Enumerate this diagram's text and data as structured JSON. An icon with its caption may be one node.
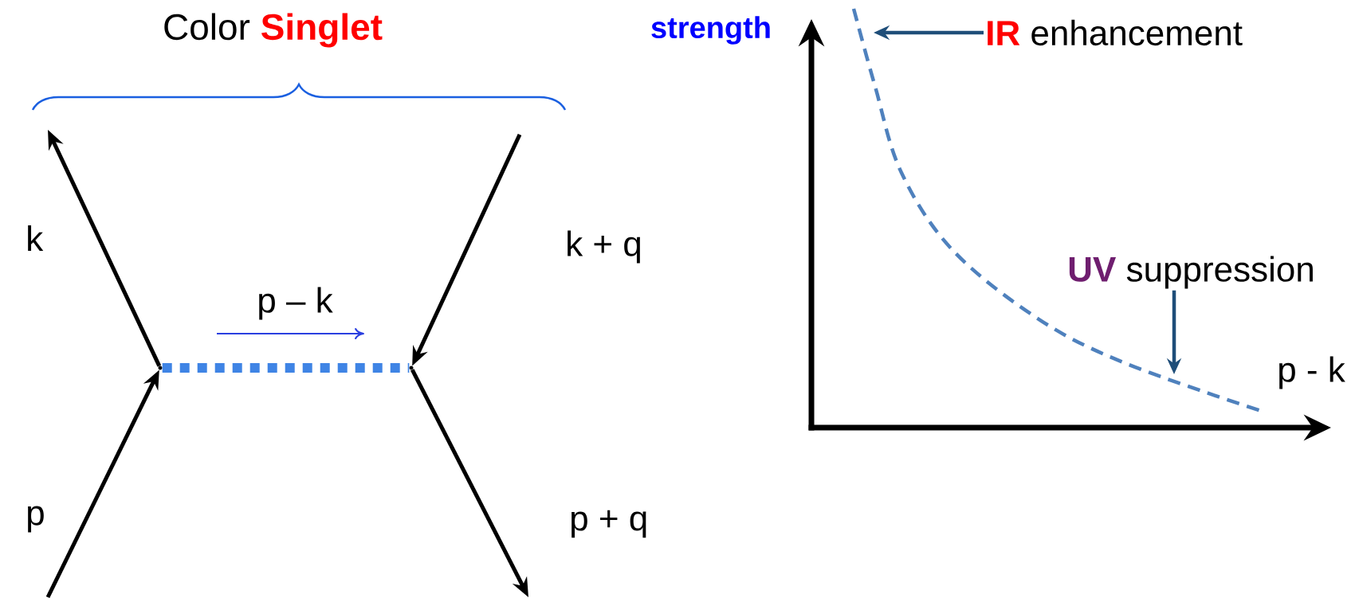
{
  "diagram": {
    "title": "Color **Singlet**",
    "nodes": [
      {
        "text": [],
        "shape": "point"
      },
      {
        "text": [],
        "shape": "point"
      },
      {
        "text": [
          "**IR** enhancement"
        ]
      },
      {
        "text": [
          "**UV** suppression"
        ]
      }
    ],
    "edges": [
      {
        "from": 0,
        "to": null,
        "arrow": "to",
        "label": "k"
      },
      {
        "from": null,
        "to": 0,
        "arrow": "to",
        "label": "p"
      },
      {
        "from": null,
        "to": 1,
        "arrow": "to",
        "label": "k + q"
      },
      {
        "from": 1,
        "to": null,
        "arrow": "to",
        "label": "p + q"
      },
      {
        "from": 0,
        "to": 1,
        "arrow": "none",
        "label": "p – k",
        "style": "dashed",
        "color": "#3f84e5"
      },
      {
        "from": 2,
        "to": null,
        "arrow": "to",
        "color": "#1f4e79"
      },
      {
        "from": 3,
        "to": null,
        "arrow": "to",
        "color": "#1f4e79"
      }
    ],
    "labels": [
      "strength",
      "p - k"
    ]
  }
}
